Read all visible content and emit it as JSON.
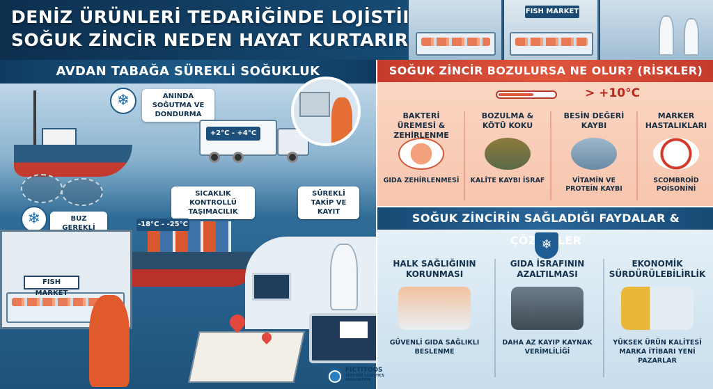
{
  "title": {
    "line1": "DENİZ ÜRÜNLERİ TEDARİĞİNDE LOJİSTİK:",
    "line2": "SOĞUK ZİNCİR NEDEN HAYAT KURTARIR?"
  },
  "header_scene": {
    "market_sign": "FISH MARKET"
  },
  "left_panel": {
    "title": "AVDAN TABAĞA SÜREKLİ SOĞUKLUK",
    "labels": {
      "instant_cooling": "ANINDA SOĞUTMA VE DONDURMA",
      "ice_needed": "BUZ GEREKLİ",
      "temp_controlled_transport": "SICAKLIK KONTROLLÜ TAŞIMACILIK",
      "continuous_tracking": "SÜREKLİ TAKİP VE KAYIT"
    },
    "truck_temp": "+2°C - +4°C",
    "ship_temp": "-18°C - -25°C",
    "shop_sign": "FISH MARKET"
  },
  "risks": {
    "title": "SOĞUK ZİNCİR BOZULURSA NE OLUR? (RİSKLER)",
    "temperature": "> +10°C",
    "items": [
      {
        "title": "BAKTERİ ÜREMESİ & ZEHİRLENME",
        "sub": "GIDA ZEHİRLENMESİ"
      },
      {
        "title": "BOZULMA & KÖTÜ KOKU",
        "sub": "KALİTE KAYBI İSRAF"
      },
      {
        "title": "BESİN DEĞERİ KAYBI",
        "sub": "VİTAMİN VE PROTEİN KAYBI"
      },
      {
        "title": "MARKER HASTALIKLARI",
        "sub": "SCOMBROİD POİSONİNİ"
      }
    ]
  },
  "benefits": {
    "title": "SOĞUK ZİNCİRİN SAĞLADIĞI FAYDALAR & ÇÖZÜMLER",
    "items": [
      {
        "title": "HALK SAĞLIĞININ KORUNMASI",
        "sub": "GÜVENLİ GIDA SAĞLIKLI BESLENME"
      },
      {
        "title": "GIDA İSRAFININ AZALTILMASI",
        "sub": "DAHA AZ KAYIP KAYNAK VERİMLİLİĞİ"
      },
      {
        "title": "EKONOMİK SÜRDÜRÜLEBİLİRLİK",
        "sub": "YÜKSEK ÜRÜN KALİTESİ MARKA İTİBARI YENİ PAZARLAR"
      }
    ]
  },
  "logo": {
    "name": "FICTITOOS",
    "subtitle": "SEAFOOD LOGISTICS ASSOCIATION"
  },
  "colors": {
    "navy": "#0f3a5f",
    "risk_red": "#c43b2c",
    "benefit_blue": "#174a74"
  }
}
